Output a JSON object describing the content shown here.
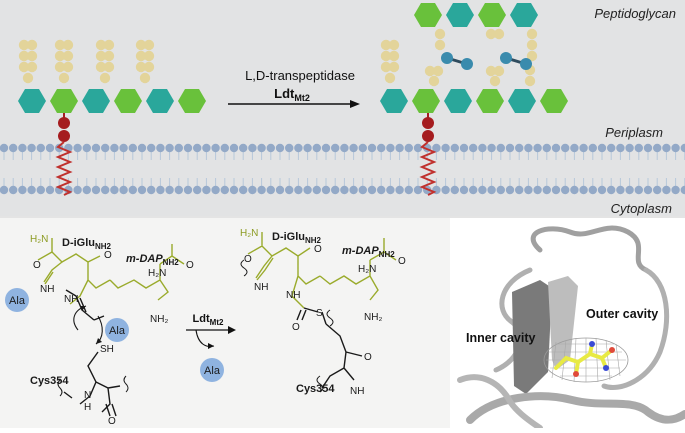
{
  "top_panel": {
    "labels": {
      "peptidoglycan": "Peptidoglycan",
      "periplasm": "Periplasm",
      "cytoplasm": "Cytoplasm"
    },
    "enzyme": {
      "line1": "L,D-transpeptidase",
      "name": "Ldt",
      "sub": "Mt2"
    },
    "colors": {
      "background": "#e2e3e4",
      "glcnac_hexagon": "#2aa79b",
      "murnac_hexagon": "#69c13b",
      "peptide_bead": "#e3d49a",
      "crosslink_node": "#3a8bad",
      "lipid_carrier_bead": "#a51c1f",
      "anchor_zigzag": "#c0312e",
      "membrane_head": "#93a9c7",
      "membrane_tail": "#b7c8da"
    }
  },
  "bottom_left": {
    "left_molecule": {
      "d_iglu": "D-iGlu",
      "d_iglu_sub": "NH2",
      "m_dap": "m-DAP",
      "m_dap_sub": "NH2",
      "ala_1": "Ala",
      "ala_2": "Ala",
      "cys": "Cys354",
      "atoms": {
        "h2n_top": "H₂N",
        "o_left": "O",
        "nh_left": "NH",
        "nh_mid": "NH",
        "o_mid": "O",
        "h2n_dap": "H₂N",
        "o_dap": "O",
        "nh2_dap": "NH₂",
        "sh": "SH",
        "n_cys": "N",
        "h_cys": "H",
        "o_cys": "O"
      }
    },
    "arrow": {
      "name": "Ldt",
      "sub": "Mt2",
      "released": "Ala"
    },
    "right_molecule": {
      "d_iglu": "D-iGlu",
      "d_iglu_sub": "NH2",
      "m_dap": "m-DAP",
      "m_dap_sub": "NH2",
      "cys": "Cys354",
      "atoms": {
        "h2n_top": "H₂N",
        "o_left": "O",
        "nh_left": "NH",
        "nh_mid": "NH",
        "o_mid": "O",
        "h2n_dap": "H₂N",
        "o_dap": "O",
        "nh2_dap": "NH₂",
        "o_thio": "O",
        "s": "S",
        "nh_cys": "NH",
        "o_cys": "O"
      }
    },
    "colors": {
      "ala_circle": "#8fb3e0",
      "chain_color": "#9aab2c",
      "bond_color": "#1a1a1a"
    }
  },
  "bottom_right": {
    "inner_cavity": "Inner cavity",
    "outer_cavity": "Outer cavity",
    "colors": {
      "background": "#ffffff",
      "ribbon": "#a0a0a0",
      "ribbon_dark": "#6c6c6c",
      "ligand": "#e8ea44",
      "mesh": "#9a9a9a"
    }
  }
}
